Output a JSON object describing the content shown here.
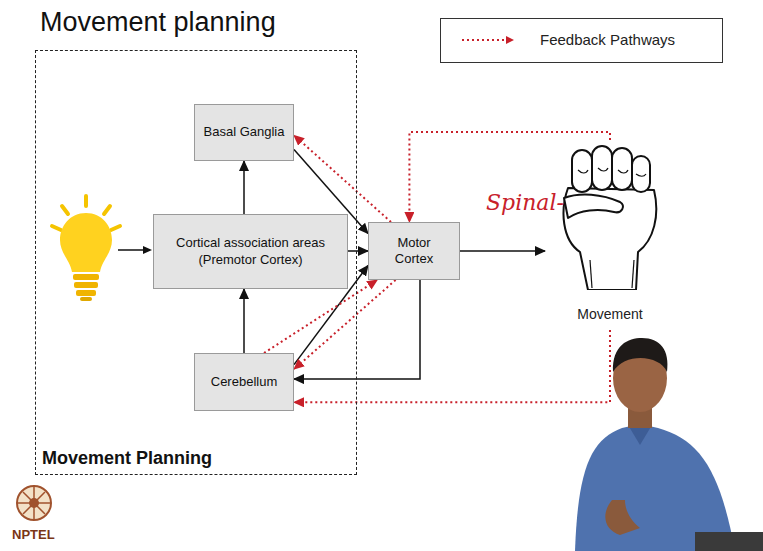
{
  "diagram": {
    "title": "Movement planning",
    "nodes": [
      {
        "text": [
          "Movement Planning"
        ]
      },
      {
        "text": [
          "Basal Ganglia"
        ],
        "in": 0
      },
      {
        "text": [
          "Cortical association areas (Premotor Cortex)"
        ],
        "in": 0
      },
      {
        "text": [
          "Cerebellum"
        ],
        "in": 0
      },
      {
        "text": [
          "Motor Cortex"
        ]
      },
      {
        "text": [
          "Movement"
        ]
      }
    ],
    "edges": [
      {
        "from": 2,
        "to": 1,
        "arrow": "to"
      },
      {
        "from": 3,
        "to": 2,
        "arrow": "to"
      },
      {
        "from": 1,
        "to": 4,
        "arrow": "to"
      },
      {
        "from": 2,
        "to": 4,
        "arrow": "to"
      },
      {
        "from": 3,
        "to": 4,
        "arrow": "to"
      },
      {
        "from": 4,
        "to": 3,
        "arrow": "to"
      },
      {
        "from": 4,
        "to": 5,
        "arrow": "to"
      },
      {
        "from": 4,
        "to": 1,
        "arrow": "to"
      },
      {
        "from": 5,
        "to": 4,
        "arrow": "to"
      },
      {
        "from": 3,
        "to": 4,
        "arrow": "to"
      },
      {
        "from": 4,
        "to": 3,
        "arrow": "to"
      },
      {
        "from": 5,
        "to": 3,
        "arrow": "to"
      }
    ],
    "labels": [
      "Spinal-",
      "NPTEL"
    ],
    "legend": [
      {
        "text": "Feedback Pathways"
      }
    ]
  }
}
